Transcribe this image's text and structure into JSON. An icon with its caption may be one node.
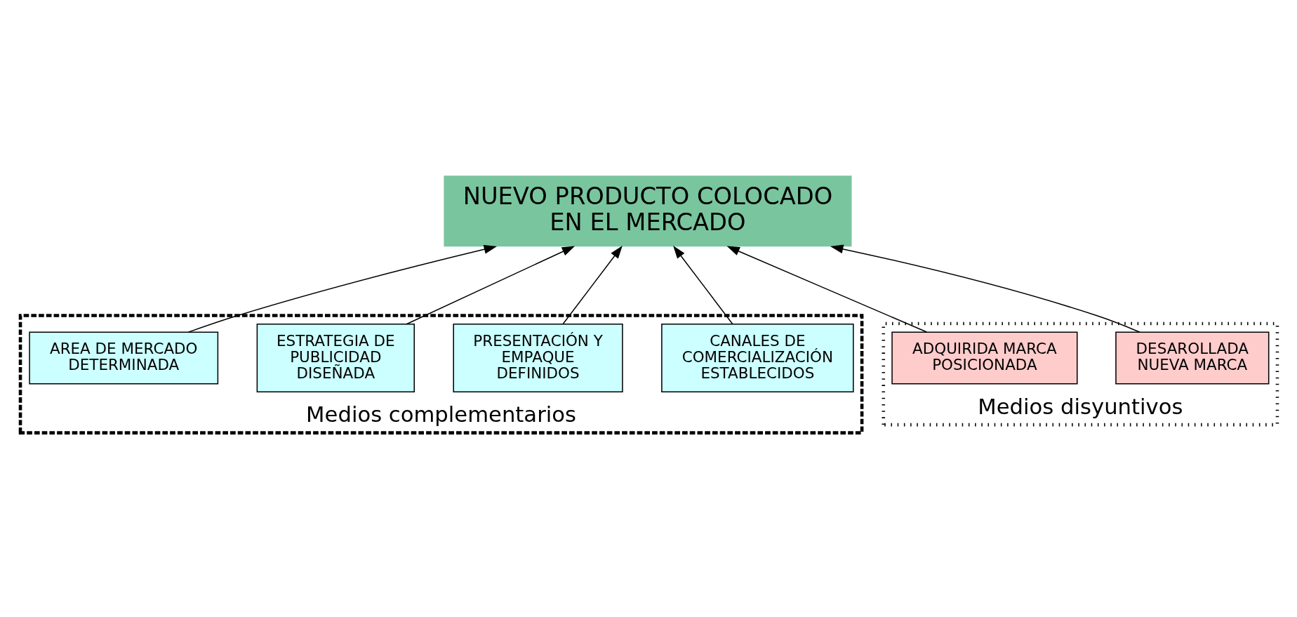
{
  "diagram": {
    "nodes": [
      {
        "text": [
          "NUEVO PRODUCTO COLOCADO EN EL MERCADO"
        ]
      },
      {
        "text": [
          "Medios complementarios"
        ]
      },
      {
        "text": [
          "CANALES DE COMERCIALIZACIÓN ESTABLECIDOS"
        ],
        "in": 1
      },
      {
        "text": [
          "PRESENTACIÓN Y EMPAQUE DEFINIDOS"
        ],
        "in": 1
      },
      {
        "text": [
          "ESTRATEGIA DE PUBLICIDAD DISEÑADA"
        ],
        "in": 1
      },
      {
        "text": [
          "AREA DE MERCADO DETERMINADA"
        ],
        "in": 1
      },
      {
        "text": [
          "Medios disyuntivos"
        ]
      },
      {
        "text": [
          "DESAROLLADA NUEVA MARCA"
        ],
        "in": 6
      },
      {
        "text": [
          "ADQUIRIDA MARCA POSICIONADA"
        ],
        "in": 6
      }
    ],
    "edges": [
      {
        "from": 2,
        "to": 0,
        "arrow": "to"
      },
      {
        "from": 3,
        "to": 0,
        "arrow": "to"
      },
      {
        "from": 4,
        "to": 0,
        "arrow": "to"
      },
      {
        "from": 5,
        "to": 0,
        "arrow": "to"
      },
      {
        "from": 7,
        "to": 0,
        "arrow": "to"
      },
      {
        "from": 8,
        "to": 0,
        "arrow": "to"
      }
    ]
  }
}
